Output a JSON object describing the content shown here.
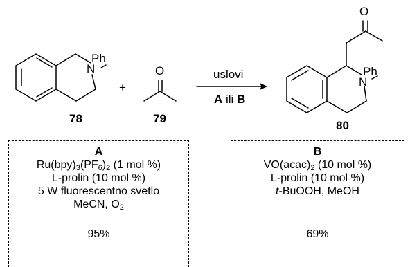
{
  "reaction": {
    "reactant1": {
      "number": "78",
      "substituent": "Ph",
      "heteroatom": "N"
    },
    "plus": "+",
    "reactant2": {
      "number": "79",
      "heteroatom": "O"
    },
    "arrow": {
      "above": "uslovi",
      "below_a": "A",
      "below_mid": " ili ",
      "below_b": "B"
    },
    "product": {
      "number": "80",
      "substituent": "Ph",
      "heteroatom_n": "N",
      "heteroatom_o": "O"
    }
  },
  "conditions": {
    "A": {
      "label": "A",
      "catalyst_a": "Ru(bpy)",
      "catalyst_sub1": "3",
      "catalyst_b": "(PF",
      "catalyst_sub2": "6",
      "catalyst_c": ")",
      "catalyst_sub3": "2",
      "catalyst_d": " (1 mol %)",
      "additive": "L-prolin (10 mol %)",
      "light": "5 W fluorescentno svetlo",
      "solvent_a": "MeCN, O",
      "solvent_sub": "2",
      "yield": "95%"
    },
    "B": {
      "label": "B",
      "catalyst_a": "VO(acac)",
      "catalyst_sub": "2",
      "catalyst_b": " (10 mol %)",
      "additive": "L-prolin (10 mol %)",
      "oxidant_italic": "t",
      "oxidant_rest": "-BuOOH, MeOH",
      "yield": "69%"
    }
  }
}
